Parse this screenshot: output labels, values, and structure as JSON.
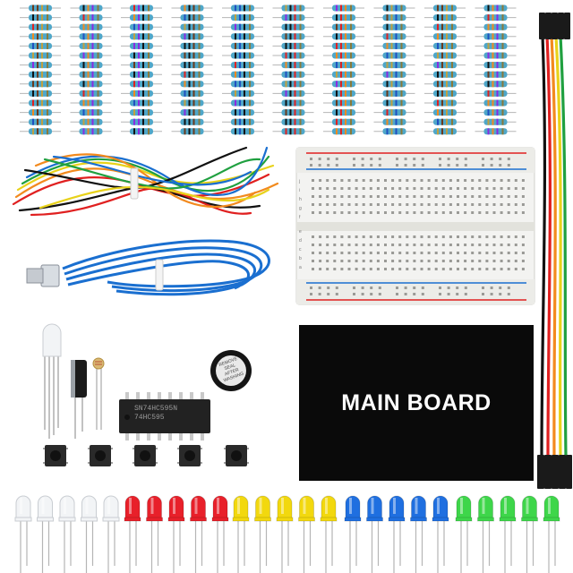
{
  "main_board": {
    "label": "MAIN BOARD"
  },
  "breadboard": {
    "row_letters": [
      "a",
      "b",
      "c",
      "d",
      "e",
      "f",
      "g",
      "h",
      "i",
      "j"
    ]
  },
  "ic_chip": {
    "marking_lines": [
      "SN74HC595N",
      "74HC595"
    ]
  },
  "buzzer": {
    "marking_lines": [
      "REMOVE",
      "SEAL",
      "AFTER",
      "WASHING"
    ]
  },
  "led_groups": [
    {
      "name": "white",
      "count": 5,
      "color": "#f2f4f6"
    },
    {
      "name": "red",
      "count": 5,
      "color": "#e8202a"
    },
    {
      "name": "yellow",
      "count": 5,
      "color": "#f2d80e"
    },
    {
      "name": "blue",
      "count": 5,
      "color": "#1f6fe0"
    },
    {
      "name": "green",
      "count": 5,
      "color": "#3ed64a"
    }
  ],
  "resistors": {
    "columns": 10,
    "rows": 14,
    "body_color": "#4fa7c9"
  },
  "colors": {
    "usb_cable": "#1a6fd0",
    "jumper_red": "#e02020",
    "jumper_orange": "#f28a1e",
    "jumper_yellow": "#e8d21a",
    "jumper_green": "#20a040",
    "board_black": "#0a0a0a"
  }
}
